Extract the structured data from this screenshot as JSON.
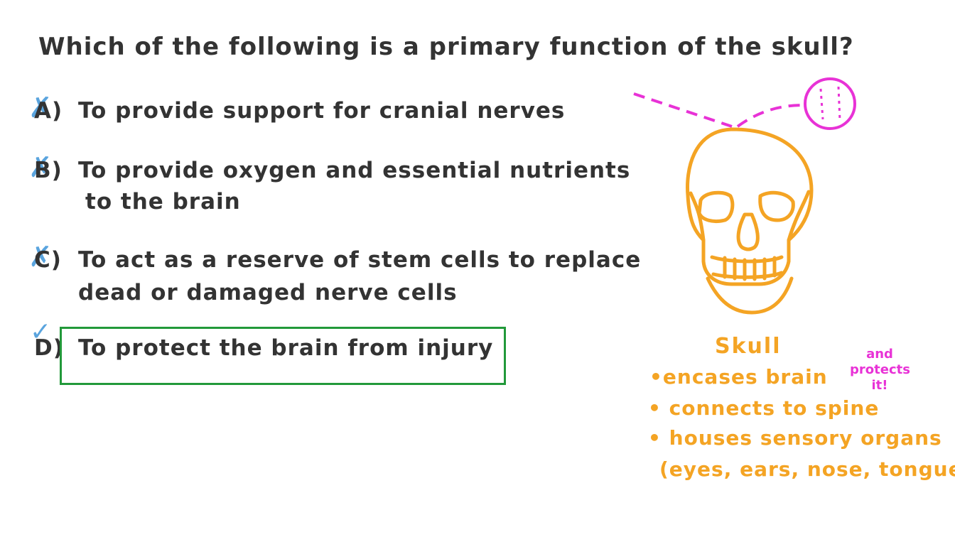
{
  "question": "Which of the following is a primary function of the skull?",
  "options": [
    {
      "letter": "A)",
      "line1": "To provide support for cranial nerves",
      "line2": "",
      "mark": "✗"
    },
    {
      "letter": "B)",
      "line1": "To provide oxygen and essential nutrients",
      "line2": "to the brain",
      "mark": "✗"
    },
    {
      "letter": "C)",
      "line1": "To act as a reserve of stem cells to replace",
      "line2": "dead or damaged nerve cells",
      "mark": "✗"
    },
    {
      "letter": "D)",
      "line1": "To protect the brain from injury",
      "line2": "",
      "mark": "✓"
    }
  ],
  "skull": {
    "title": "Skull",
    "facts": [
      "•encases brain",
      "• connects to spine",
      "• houses sensory organs",
      "(eyes, ears, nose, tongue)"
    ],
    "note": "and protects it!"
  },
  "colors": {
    "correct_box": "#22993a",
    "marks": "#5aa4de",
    "skull": "#f4a424",
    "note": "#e832d6"
  }
}
